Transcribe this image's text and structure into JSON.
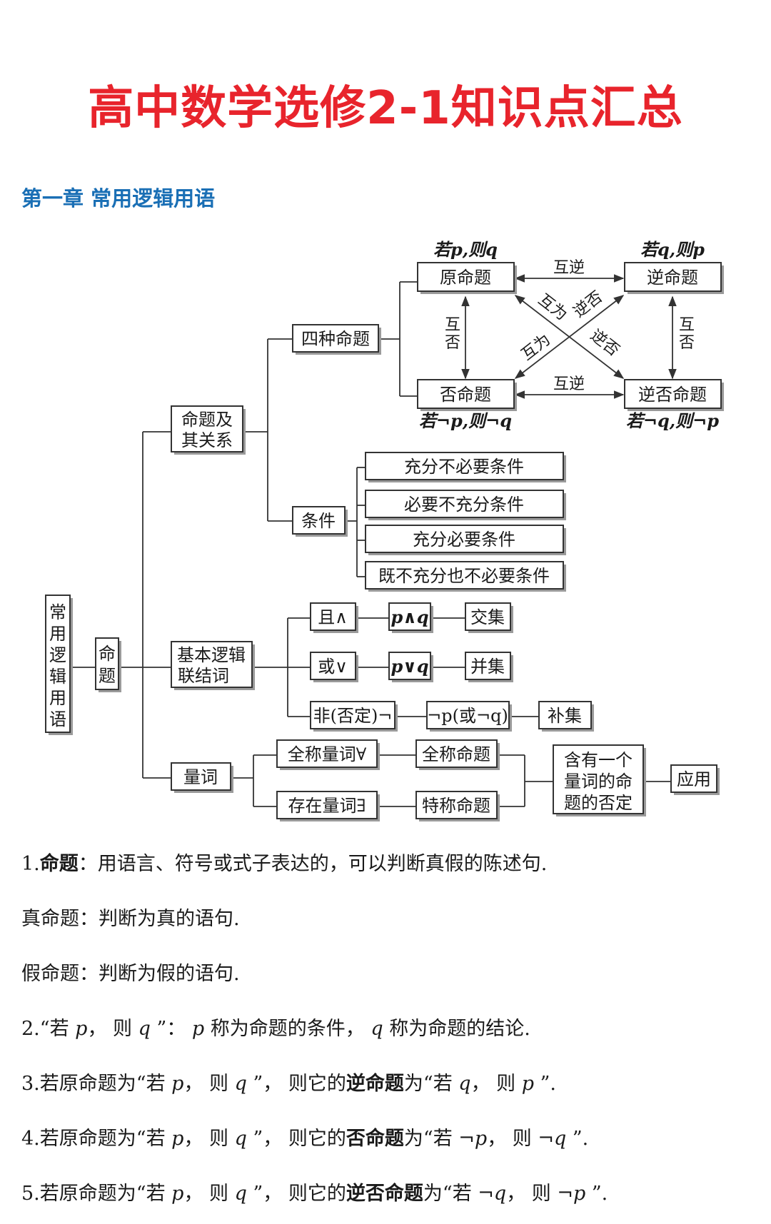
{
  "title": "高中数学选修2-1知识点汇总",
  "chapter": "第一章  常用逻辑用语",
  "diagram": {
    "root": "常用逻辑用语",
    "node_mingti": "命题",
    "node_guanxi_1": "命题及",
    "node_guanxi_2": "其关系",
    "node_sizhong": "四种命题",
    "node_tiaojian": "条件",
    "node_luoji_1": "基本逻辑",
    "node_luoji_2": "联结词",
    "node_liangci": "量词",
    "yuan": "原命题",
    "ni": "逆命题",
    "fou": "否命题",
    "nifou": "逆否命题",
    "cap_yuan": "若p,则q",
    "cap_ni": "若q,则p",
    "cap_fou": "若¬p,则¬q",
    "cap_nifou": "若¬q,则¬p",
    "huni_top": "互逆",
    "huni_bottom": "互逆",
    "hufou_left_1": "互",
    "hufou_left_2": "否",
    "hufou_right_1": "互",
    "hufou_right_2": "否",
    "diag_huwei_1": "互为",
    "diag_nifou_1": "逆否",
    "diag_huwei_2": "互为",
    "diag_nifou_2": "逆否",
    "cond_1": "充分不必要条件",
    "cond_2": "必要不充分条件",
    "cond_3": "充分必要条件",
    "cond_4": "既不充分也不必要条件",
    "and": "且∧",
    "or": "或∨",
    "not": "非(否定)¬",
    "p_and_q": "p∧q",
    "p_or_q": "p∨q",
    "not_p": "¬p(或¬q)",
    "jiaoji": "交集",
    "bingji": "并集",
    "buji": "补集",
    "quancheng_liangci": "全称量词∀",
    "cunzai_liangci": "存在量词∃",
    "quancheng_mingti": "全称命题",
    "techeng_mingti": "特称命题",
    "fouding_1": "含有一个",
    "fouding_2": "量词的命",
    "fouding_3": "题的否定",
    "yingyong": "应用"
  },
  "paragraphs": {
    "p1_num": "1.",
    "p1_bold": "命题",
    "p1_text": "：用语言、符号或式子表达的，可以判断真假的陈述句.",
    "p2_text": "真命题：判断为真的语句.",
    "p3_text": "假命题：判断为假的语句.",
    "p4_a": "2.“若 ",
    "p4_p": "p",
    "p4_b": "， 则 ",
    "p4_q": "q",
    "p4_c": " ”：  ",
    "p4_p2": "p",
    "p4_d": " 称为命题的条件，  ",
    "p4_q2": "q",
    "p4_e": " 称为命题的结论.",
    "p5_a": "3.若原命题为“若 ",
    "p5_p": "p",
    "p5_b": "， 则 ",
    "p5_q": "q",
    "p5_c": " ”， 则它的",
    "p5_bold": "逆命题",
    "p5_d": "为“若 ",
    "p5_q2": "q",
    "p5_e": "， 则 ",
    "p5_p2": "p",
    "p5_f": " ”.",
    "p6_a": "4.若原命题为“若 ",
    "p6_p": "p",
    "p6_b": "， 则 ",
    "p6_q": "q",
    "p6_c": " ”， 则它的",
    "p6_bold": "否命题",
    "p6_d": "为“若 ",
    "p6_np": "¬p",
    "p6_e": "， 则 ",
    "p6_nq": "¬q",
    "p6_f": " ”.",
    "p7_a": "5.若原命题为“若 ",
    "p7_p": "p",
    "p7_b": "， 则 ",
    "p7_q": "q",
    "p7_c": " ”， 则它的",
    "p7_bold": "逆否命题",
    "p7_d": "为“若 ",
    "p7_nq": "¬q",
    "p7_e": "， 则 ",
    "p7_np": "¬p",
    "p7_f": " ”."
  }
}
